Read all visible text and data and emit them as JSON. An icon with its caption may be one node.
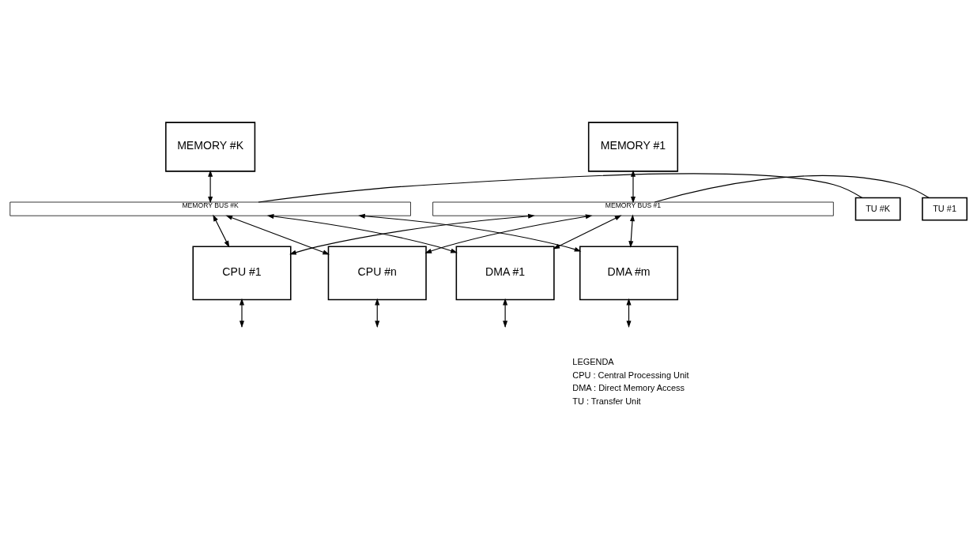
{
  "diagram": {
    "nodes": [
      {
        "text": [
          "MEMORY #1"
        ]
      },
      {
        "text": [
          "MEMORY #K"
        ]
      },
      {
        "text": [
          "MEMORY BUS #1"
        ]
      },
      {
        "text": [
          "TU #1"
        ]
      },
      {
        "text": [
          "MEMORY BUS #K"
        ]
      },
      {
        "text": [
          "TU #K"
        ]
      },
      {
        "text": [
          "CPU #1"
        ]
      },
      {
        "text": [
          "CPU #n"
        ]
      },
      {
        "text": [
          "DMA #1"
        ]
      },
      {
        "text": [
          "DMA #m"
        ]
      }
    ],
    "edges": [
      {
        "from": 0,
        "to": 2,
        "arrow": "both"
      },
      {
        "from": 1,
        "to": 4,
        "arrow": "both"
      },
      {
        "from": 2,
        "to": 3,
        "arrow": "none"
      },
      {
        "from": 4,
        "to": 5,
        "arrow": "none"
      },
      {
        "from": 2,
        "to": 6,
        "arrow": "both"
      },
      {
        "from": 4,
        "to": 6,
        "arrow": "both"
      },
      {
        "from": 2,
        "to": 7,
        "arrow": "both"
      },
      {
        "from": 4,
        "to": 7,
        "arrow": "both"
      },
      {
        "from": 2,
        "to": 8,
        "arrow": "both"
      },
      {
        "from": 4,
        "to": 8,
        "arrow": "both"
      },
      {
        "from": 2,
        "to": 9,
        "arrow": "both"
      },
      {
        "from": 4,
        "to": 9,
        "arrow": "both"
      },
      {
        "from": 6,
        "to": null,
        "arrow": "both"
      },
      {
        "from": 7,
        "to": null,
        "arrow": "both"
      },
      {
        "from": 8,
        "to": null,
        "arrow": "both"
      },
      {
        "from": 9,
        "to": null,
        "arrow": "both"
      }
    ],
    "labels": [
      "LEGENDA",
      "CPU : Central Processing Unit",
      "DMA : Direct Memory Access",
      "TU : Transfer Unit"
    ]
  }
}
